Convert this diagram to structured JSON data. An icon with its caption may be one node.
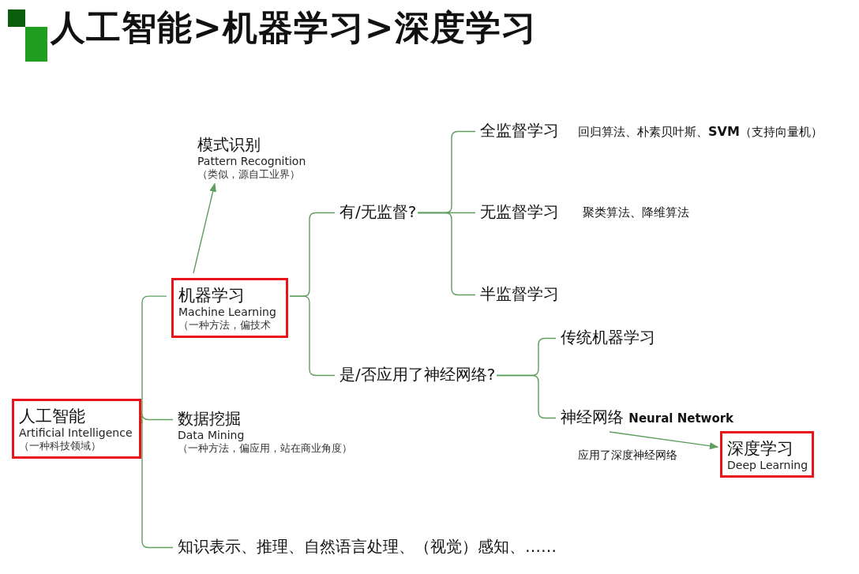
{
  "diagram": {
    "title": "人工智能>机器学习>深度学习",
    "nodes": [
      {
        "text": [
          "人工智能",
          "Artificial Intelligence",
          "（一种科技领域）"
        ]
      },
      {
        "text": [
          "模式识别",
          "Pattern Recognition",
          "（类似，源自工业界）"
        ]
      },
      {
        "text": [
          "机器学习",
          "Machine Learning",
          "（一种方法，偏技术"
        ]
      },
      {
        "text": [
          "数据挖掘",
          "Data Mining",
          "（一种方法，偏应用，站在商业角度）"
        ]
      },
      {
        "text": [
          "知识表示、推理、自然语言处理、（视觉）感知、……"
        ]
      },
      {
        "text": [
          "有/无监督?"
        ]
      },
      {
        "text": [
          "全监督学习"
        ],
        "beside": [
          "回归算法、朴素贝叶斯、**SVM**（支持向量机）"
        ]
      },
      {
        "text": [
          "无监督学习"
        ],
        "beside": [
          "聚类算法、降维算法"
        ]
      },
      {
        "text": [
          "半监督学习"
        ]
      },
      {
        "text": [
          "是/否应用了神经网络?"
        ]
      },
      {
        "text": [
          "传统机器学习"
        ]
      },
      {
        "text": [
          "神经网络 **Neural Network**"
        ]
      },
      {
        "text": [
          "深度学习",
          "Deep Learning"
        ]
      }
    ],
    "edges": [
      {
        "from": 0,
        "to": 2,
        "arrow": "none"
      },
      {
        "from": 0,
        "to": 3,
        "arrow": "none"
      },
      {
        "from": 0,
        "to": 4,
        "arrow": "none"
      },
      {
        "from": 2,
        "to": 1,
        "arrow": "to"
      },
      {
        "from": 2,
        "to": 5,
        "arrow": "none"
      },
      {
        "from": 2,
        "to": 9,
        "arrow": "none"
      },
      {
        "from": 5,
        "to": 6,
        "arrow": "none"
      },
      {
        "from": 5,
        "to": 7,
        "arrow": "none"
      },
      {
        "from": 5,
        "to": 8,
        "arrow": "none"
      },
      {
        "from": 9,
        "to": 10,
        "arrow": "none"
      },
      {
        "from": 9,
        "to": 11,
        "arrow": "none"
      },
      {
        "from": 11,
        "to": 12,
        "arrow": "to",
        "label": "应用了深度神经网络"
      }
    ]
  }
}
